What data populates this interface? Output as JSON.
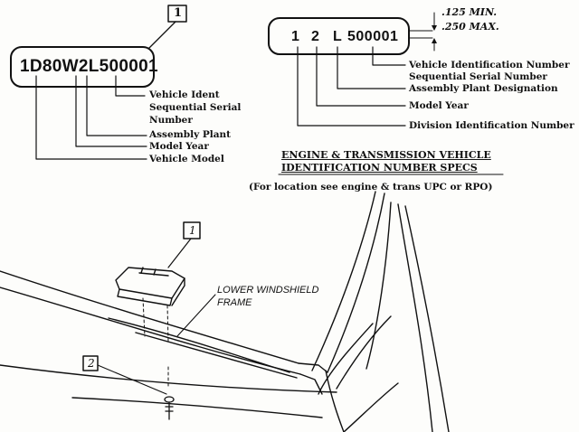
{
  "left_plate": {
    "callout": "1",
    "vin": "1D80W2L500001",
    "labels": {
      "vehicle_ident": "Vehicle Ident",
      "sequential_serial": "Sequential Serial",
      "number": "Number",
      "assembly_plant": "Assembly Plant",
      "model_year": "Model Year",
      "vehicle_model": "Vehicle Model"
    }
  },
  "right_plate": {
    "vin_parts": [
      "1",
      "2",
      "L",
      "500001"
    ],
    "dim_min": ".125 MIN.",
    "dim_max": ".250 MAX.",
    "labels": {
      "vehicle_identification_number": "Vehicle Identification Number",
      "sequential_serial_number": "Sequential Serial Number",
      "assembly_plant_designation": "Assembly Plant Designation",
      "model_year": "Model Year",
      "division_identification_number": "Division Identification Number"
    }
  },
  "heading": {
    "line1": "ENGINE & TRANSMISSION VEHICLE",
    "line2": "IDENTIFICATION NUMBER SPECS",
    "note": "(For location see engine & trans UPC or RPO)"
  },
  "illustration": {
    "callout_1": "1",
    "callout_2": "2",
    "frame_label_line1": "LOWER WINDSHIELD",
    "frame_label_line2": "FRAME"
  }
}
